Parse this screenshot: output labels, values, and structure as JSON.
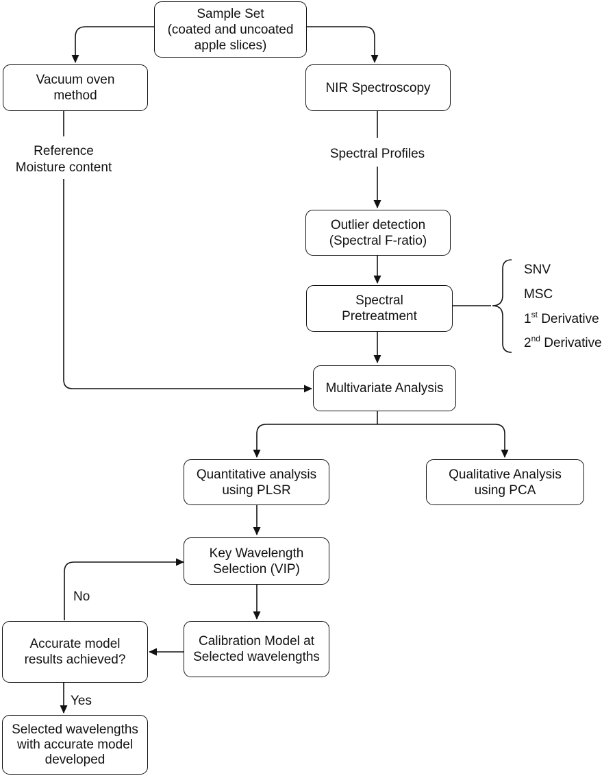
{
  "nodes": {
    "sample_set": [
      "Sample Set",
      "(coated and uncoated",
      "apple slices)"
    ],
    "vacuum_oven": [
      "Vacuum oven",
      "method"
    ],
    "nir": [
      "NIR Spectroscopy"
    ],
    "outlier": [
      "Outlier detection",
      "(Spectral F-ratio)"
    ],
    "pretreatment": [
      "Spectral",
      "Pretreatment"
    ],
    "multivariate": [
      "Multivariate Analysis"
    ],
    "quantitative": [
      "Quantitative analysis",
      "using PLSR"
    ],
    "qualitative": [
      "Qualitative Analysis",
      "using PCA"
    ],
    "key_wavelength": [
      "Key Wavelength",
      "Selection (VIP)"
    ],
    "calibration": [
      "Calibration Model at",
      "Selected wavelengths"
    ],
    "accurate": [
      "Accurate model",
      "results achieved?"
    ],
    "selected": [
      "Selected wavelengths",
      "with accurate model",
      "developed"
    ]
  },
  "labels": {
    "reference": [
      "Reference",
      "Moisture content"
    ],
    "spectral_profiles": "Spectral Profiles",
    "no": "No",
    "yes": "Yes"
  },
  "pretreatments": {
    "snv": "SNV",
    "msc": "MSC",
    "first": {
      "num": "1",
      "sup": "st",
      "text": " Derivative"
    },
    "second": {
      "num": "2",
      "sup": "nd",
      "text": " Derivative"
    }
  }
}
